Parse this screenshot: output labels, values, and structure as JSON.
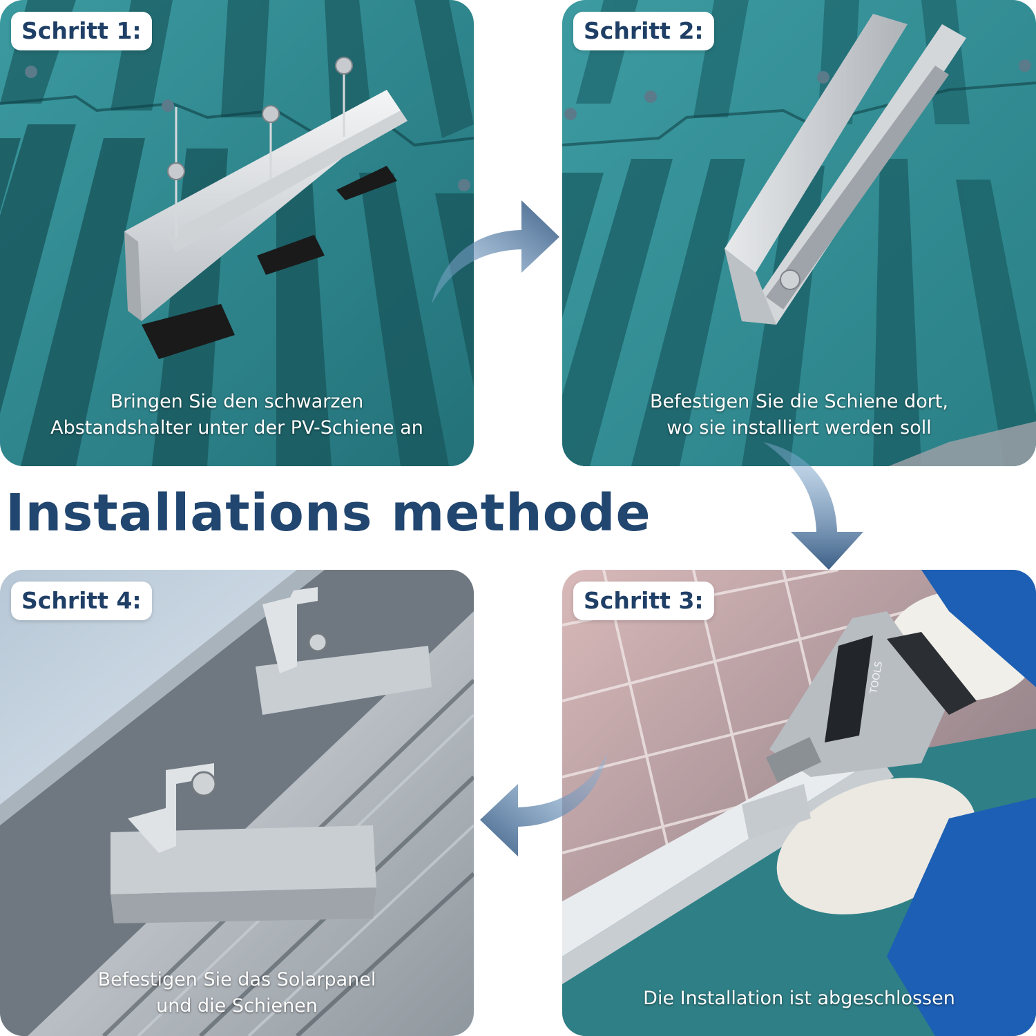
{
  "title": "Installations methode",
  "steps": [
    {
      "badge": "Schritt 1:",
      "caption_lines": [
        "Bringen Sie den schwarzen",
        "Abstandshalter unter der PV-Schiene an"
      ]
    },
    {
      "badge": "Schritt 2:",
      "caption_lines": [
        "Befestigen Sie die Schiene dort,",
        "wo sie installiert werden soll"
      ]
    },
    {
      "badge": "Schritt 3:",
      "caption_lines": [
        "Die Installation ist abgeschlossen"
      ]
    },
    {
      "badge": "Schritt 4:",
      "caption_lines": [
        "Befestigen Sie das Solarpanel",
        "und die Schienen"
      ]
    }
  ],
  "drill_label": "TOOLS",
  "colors": {
    "title": "#21466f",
    "badge_text": "#1f3f66",
    "roof_teal": "#2f8a90",
    "roof_dark": "#164e54",
    "arrow": "#3d5f86",
    "glove": "#f1efe9",
    "sleeve": "#1c5fb4"
  },
  "icons": [
    "curved-arrow-right-icon",
    "curved-arrow-down-icon",
    "curved-arrow-left-icon"
  ]
}
